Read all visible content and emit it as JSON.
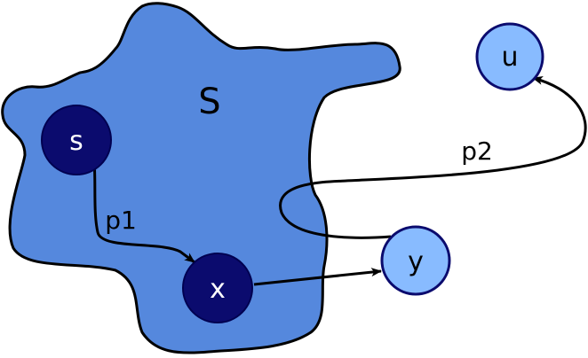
{
  "diagram": {
    "region": {
      "label": "S",
      "fill": "#5588dd",
      "stroke": "#000000"
    },
    "nodes": [
      {
        "id": "s",
        "label": "s",
        "fill": "#0b0b6e",
        "text_color": "#ffffff",
        "inside_region": true
      },
      {
        "id": "x",
        "label": "x",
        "fill": "#0b0b6e",
        "text_color": "#ffffff",
        "inside_region": true
      },
      {
        "id": "y",
        "label": "y",
        "fill": "#88bbff",
        "text_color": "#000000",
        "inside_region": false
      },
      {
        "id": "u",
        "label": "u",
        "fill": "#88bbff",
        "text_color": "#000000",
        "inside_region": false
      }
    ],
    "edges": [
      {
        "from": "s",
        "to": "x",
        "label": "p1"
      },
      {
        "from": "x",
        "to": "y",
        "label": ""
      },
      {
        "from": "y",
        "to": "u",
        "label": "p2"
      }
    ]
  }
}
